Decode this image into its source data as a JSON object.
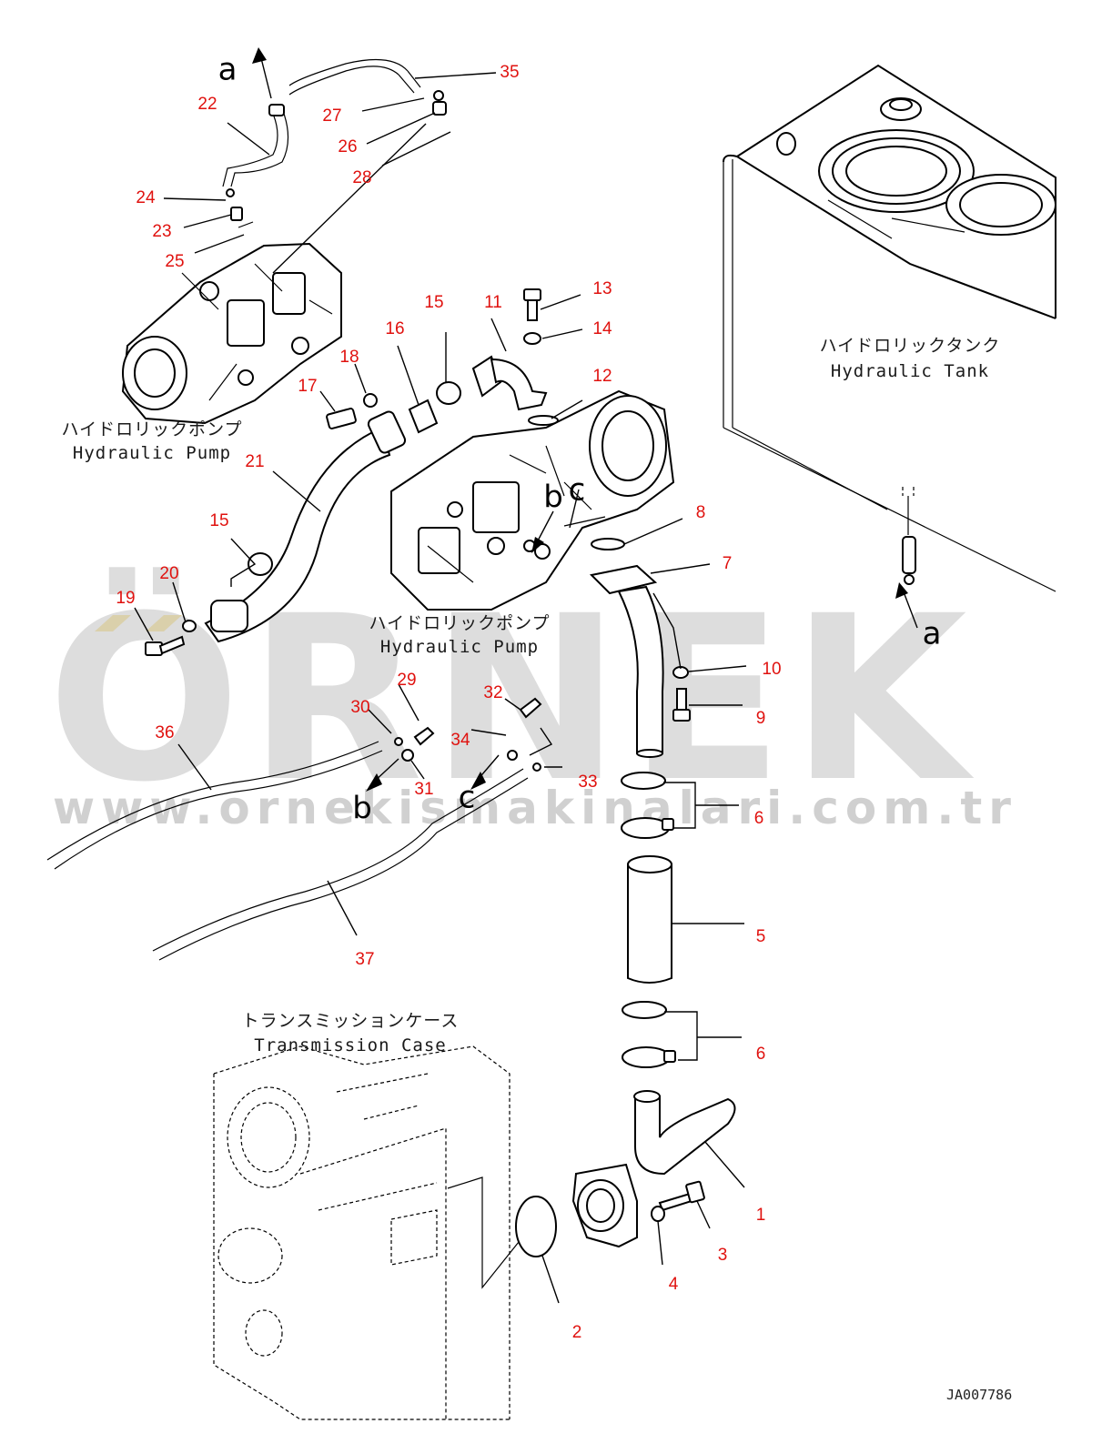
{
  "diagram": {
    "drawing_code": "JA007786",
    "captions": {
      "hydraulic_tank_jp": "ハイドロリックタンク",
      "hydraulic_tank_en": "Hydraulic Tank",
      "hydraulic_pump_top_jp": "ハイドロリックポンプ",
      "hydraulic_pump_top_en": "Hydraulic Pump",
      "hydraulic_pump_mid_jp": "ハイドロリックポンプ",
      "hydraulic_pump_mid_en": "Hydraulic Pump",
      "transmission_case_jp": "トランスミッションケース",
      "transmission_case_en": "Transmission Case"
    },
    "connection_letters": {
      "a_top": "a",
      "a_right": "a",
      "b_pump": "b",
      "c_pump": "c",
      "b_hose": "b",
      "c_hose": "c"
    },
    "part_numbers": [
      "35",
      "22",
      "27",
      "26",
      "28",
      "24",
      "23",
      "25",
      "13",
      "14",
      "11",
      "15",
      "16",
      "18",
      "17",
      "12",
      "21",
      "8",
      "7",
      "15",
      "20",
      "19",
      "10",
      "9",
      "29",
      "32",
      "30",
      "34",
      "36",
      "33",
      "31",
      "6",
      "5",
      "37",
      "6",
      "1",
      "3",
      "4",
      "2"
    ],
    "watermark": {
      "brand": "ÖRNEK",
      "url": "www.ornekismakinalari.com.tr"
    },
    "colors": {
      "label_red": "#e0120f",
      "watermark_gray": "#c9c9c9",
      "watermark_yellow": "#f5d35a"
    }
  }
}
